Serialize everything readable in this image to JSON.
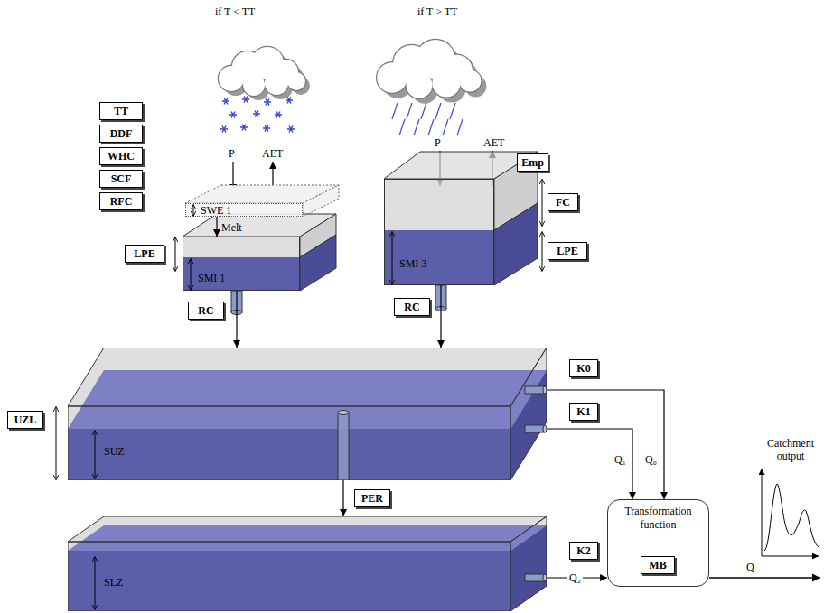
{
  "diagram": {
    "nodes": [
      {
        "text": [
          "TT"
        ]
      },
      {
        "text": [
          "DDF"
        ]
      },
      {
        "text": [
          "WHC"
        ]
      },
      {
        "text": [
          "SCF"
        ]
      },
      {
        "text": [
          "RFC"
        ]
      },
      {
        "text": [
          "SWE 1"
        ]
      },
      {
        "text": [
          "SMI 1"
        ]
      },
      {
        "text": [
          "LPE"
        ]
      },
      {
        "text": [
          "RC"
        ]
      },
      {
        "text": [
          "SMI 3"
        ]
      },
      {
        "text": [
          "Emp"
        ]
      },
      {
        "text": [
          "FC"
        ]
      },
      {
        "text": [
          "LPE"
        ]
      },
      {
        "text": [
          "RC"
        ]
      },
      {
        "text": [
          "SUZ"
        ]
      },
      {
        "text": [
          "UZL"
        ]
      },
      {
        "text": [
          "K0"
        ]
      },
      {
        "text": [
          "K1"
        ]
      },
      {
        "text": [
          "PER"
        ]
      },
      {
        "text": [
          "SLZ"
        ]
      },
      {
        "text": [
          "K2"
        ]
      },
      {
        "text": [
          "Transformation function"
        ]
      },
      {
        "text": [
          "MB"
        ],
        "in": 21
      }
    ],
    "edges": [
      {
        "from": 5,
        "to": 6,
        "arrow": "to",
        "label": "Melt"
      },
      {
        "from": 6,
        "to": 14,
        "arrow": "to"
      },
      {
        "from": 9,
        "to": 14,
        "arrow": "to"
      },
      {
        "from": 14,
        "to": 19,
        "arrow": "to"
      },
      {
        "from": 14,
        "to": 21,
        "arrow": "to",
        "label": "Q₀"
      },
      {
        "from": 14,
        "to": 21,
        "arrow": "to",
        "label": "Q₁"
      },
      {
        "from": 19,
        "to": 21,
        "arrow": "to",
        "label": "Q₂"
      }
    ],
    "labels": [
      "if T < TT",
      "if T > TT",
      "P",
      "AET",
      "P",
      "AET",
      "Q",
      "Catchment output"
    ]
  }
}
